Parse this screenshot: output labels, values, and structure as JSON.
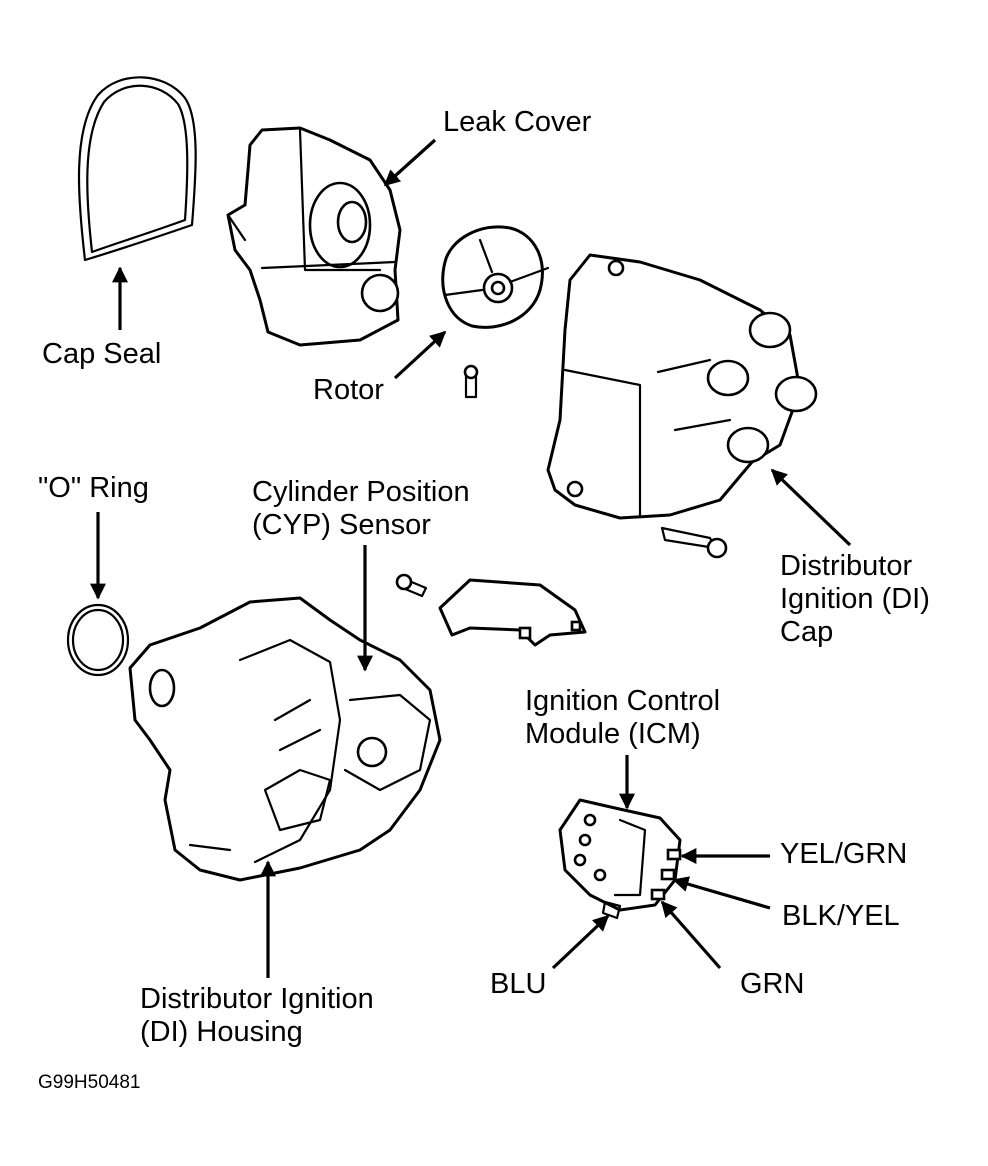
{
  "diagram": {
    "labels": {
      "leak_cover": "Leak Cover",
      "cap_seal": "Cap Seal",
      "rotor": "Rotor",
      "o_ring": "\"O\" Ring",
      "cyp_sensor": [
        "Cylinder Position",
        "(CYP) Sensor"
      ],
      "di_cap": [
        "Distributor",
        "Ignition (DI)",
        "Cap"
      ],
      "icm": [
        "Ignition Control",
        "Module (ICM)"
      ],
      "wire_yel_grn": "YEL/GRN",
      "wire_blk_yel": "BLK/YEL",
      "wire_blu": "BLU",
      "wire_grn": "GRN",
      "di_housing": [
        "Distributor Ignition",
        "(DI) Housing"
      ]
    },
    "figure_code": "G99H50481",
    "colors": {
      "ink": "#000000",
      "paper": "#ffffff"
    }
  }
}
